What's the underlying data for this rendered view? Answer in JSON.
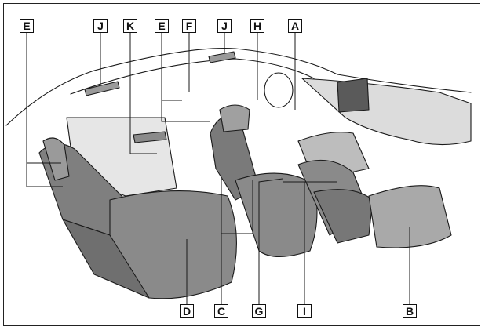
{
  "labels": {
    "top": [
      "E",
      "J",
      "K",
      "E",
      "F",
      "J",
      "H",
      "A"
    ],
    "bottom": [
      "D",
      "C",
      "G",
      "I",
      "B"
    ]
  },
  "colors": {
    "ink": "#1a1a1a",
    "seat": "#8a8a8a",
    "seat_dark": "#6f6f6f",
    "floor": "#a9a9a9",
    "panel": "#dcdcdc"
  }
}
